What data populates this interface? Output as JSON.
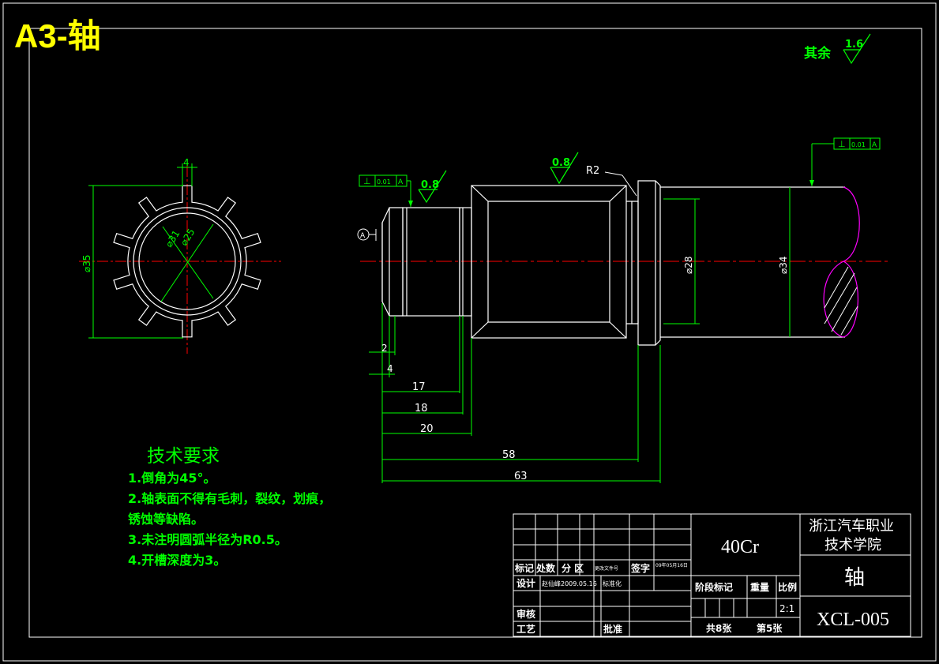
{
  "sheet_title": "A3-轴",
  "roughness_note": {
    "label": "其余",
    "value": "1.6"
  },
  "roughness_marks": [
    "0.8",
    "0.8"
  ],
  "fillet_label": "R2",
  "datum_label": "A",
  "tolerance_frame": {
    "symbol": "⊥",
    "value": "0.01",
    "datum": "A"
  },
  "spline_view": {
    "tooth_width": "4",
    "outer_dia": "⌀35",
    "dia_a": "⌀31",
    "dia_b": "⌀25"
  },
  "shaft_dims": {
    "d1": "⌀28",
    "d2": "⌀34",
    "len_2": "2",
    "len_4": "4",
    "len_17": "17",
    "len_18": "18",
    "len_20": "20",
    "len_58": "58",
    "len_63": "63"
  },
  "tech_req": {
    "title": "技术要求",
    "items": [
      "1.倒角为45°。",
      "2.轴表面不得有毛刺，裂纹，划痕，",
      "锈蚀等缺陷。",
      "3.未注明圆弧半径为R0.5。",
      "4.开槽深度为3。"
    ]
  },
  "title_block": {
    "material": "40Cr",
    "school_line1": "浙江汽车职业",
    "school_line2": "技术学院",
    "part_name": "轴",
    "drawing_no": "XCL-005",
    "hdr_mark": "标记",
    "hdr_count": "处数",
    "hdr_zone": "分 区",
    "hdr_docno": "更改文件号",
    "hdr_sign": "签字",
    "hdr_date": "09年05月16日",
    "design_label": "设计",
    "design_value": "赵仙峰2009.05.16",
    "std_label": "标准化",
    "review_label": "审核",
    "process_label": "工艺",
    "approve_label": "批准",
    "stage_label": "阶段标记",
    "weight_label": "重量",
    "scale_label": "比例",
    "scale_value": "2:1",
    "sheets_total": "共8张",
    "sheet_no": "第5张"
  }
}
